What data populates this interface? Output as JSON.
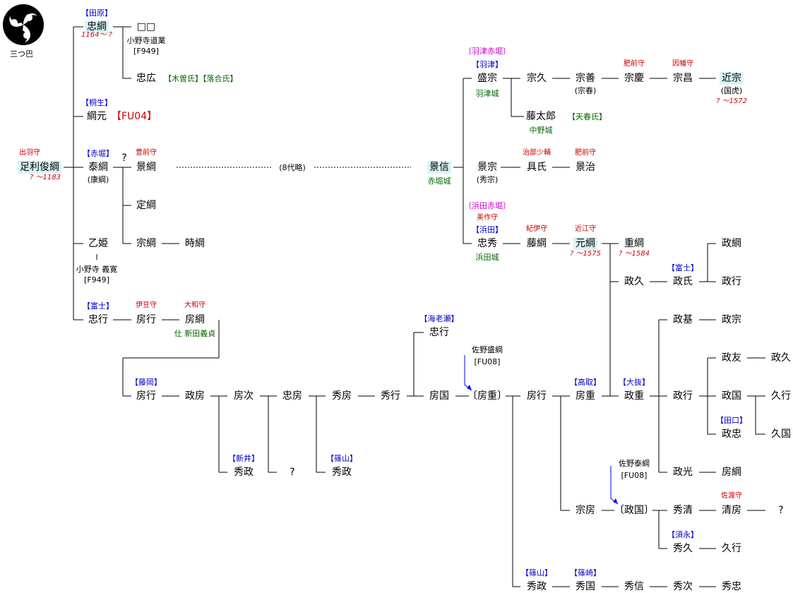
{
  "crest": {
    "icon": "mitsudomoe-crest-icon",
    "label": "三つ巴"
  },
  "colors": {
    "clan": "#0000cc",
    "title": "#cc0000",
    "note": "#006600",
    "highlight": "#d9f4f7",
    "branch": "#cc00cc",
    "arrow": "#0000ff"
  },
  "names": [
    {
      "id": "toshitsuna",
      "text": "足利俊綱",
      "hl": true
    },
    {
      "id": "tadatsuna",
      "text": "忠綱",
      "hl": true
    },
    {
      "id": "unknown1",
      "text": "□□"
    },
    {
      "id": "tadahiro",
      "text": "忠広"
    },
    {
      "id": "tsunamoto",
      "text": "綱元"
    },
    {
      "id": "yasutsuna",
      "text": "泰綱"
    },
    {
      "id": "q1",
      "text": "?"
    },
    {
      "id": "kagetsuna",
      "text": "景綱"
    },
    {
      "id": "sadatsuna",
      "text": "定綱"
    },
    {
      "id": "munetsuna",
      "text": "宗綱"
    },
    {
      "id": "tokitsuna",
      "text": "時綱"
    },
    {
      "id": "otohime",
      "text": "乙姫"
    },
    {
      "id": "tadayuki1",
      "text": "忠行"
    },
    {
      "id": "fusayuki1",
      "text": "房行"
    },
    {
      "id": "fusatsuna1",
      "text": "房綱"
    },
    {
      "id": "kagenobu",
      "text": "景信",
      "hl": true
    },
    {
      "id": "morimune",
      "text": "盛宗"
    },
    {
      "id": "munehisa",
      "text": "宗久"
    },
    {
      "id": "muneyoshi",
      "text": "宗善"
    },
    {
      "id": "munechika",
      "text": "宗慶"
    },
    {
      "id": "munemasa",
      "text": "宗昌"
    },
    {
      "id": "chikamune",
      "text": "近宗",
      "hl": true
    },
    {
      "id": "fujitaro",
      "text": "藤太郎"
    },
    {
      "id": "kagemune",
      "text": "景宗"
    },
    {
      "id": "tomouji",
      "text": "具氏"
    },
    {
      "id": "kageharu",
      "text": "景治"
    },
    {
      "id": "tadahide",
      "text": "忠秀"
    },
    {
      "id": "fujitsuna",
      "text": "藤綱"
    },
    {
      "id": "mototsuna",
      "text": "元綱",
      "hl": true
    },
    {
      "id": "shigetsuna",
      "text": "重綱"
    },
    {
      "id": "masatsuna1",
      "text": "政綱"
    },
    {
      "id": "masahisa1",
      "text": "政久"
    },
    {
      "id": "masauji",
      "text": "政氏"
    },
    {
      "id": "masayuki1",
      "text": "政行"
    },
    {
      "id": "masamoto",
      "text": "政基"
    },
    {
      "id": "masamune",
      "text": "政宗"
    },
    {
      "id": "masatomo",
      "text": "政友"
    },
    {
      "id": "masahisa2",
      "text": "政久"
    },
    {
      "id": "masayuki2",
      "text": "政行"
    },
    {
      "id": "masakuni1",
      "text": "政国"
    },
    {
      "id": "hisayuki1",
      "text": "久行"
    },
    {
      "id": "masatada",
      "text": "政忠"
    },
    {
      "id": "hisakuni",
      "text": "久国"
    },
    {
      "id": "masamitsu",
      "text": "政光"
    },
    {
      "id": "fusatsuna2",
      "text": "房綱"
    },
    {
      "id": "tadayuki2",
      "text": "忠行"
    },
    {
      "id": "fusayuki2",
      "text": "房行"
    },
    {
      "id": "masafusa",
      "text": "政房"
    },
    {
      "id": "fusatsugu",
      "text": "房次"
    },
    {
      "id": "tadafusa",
      "text": "忠房"
    },
    {
      "id": "hidefusa",
      "text": "秀房"
    },
    {
      "id": "hideyuki",
      "text": "秀行"
    },
    {
      "id": "fusakuni",
      "text": "房国"
    },
    {
      "id": "fusashige1",
      "text": "〔房重〕"
    },
    {
      "id": "fusayuki3",
      "text": "房行"
    },
    {
      "id": "fusashige2",
      "text": "房重"
    },
    {
      "id": "masashige",
      "text": "政重"
    },
    {
      "id": "hidemasa1",
      "text": "秀政"
    },
    {
      "id": "q2",
      "text": "?"
    },
    {
      "id": "hidemasa2",
      "text": "秀政"
    },
    {
      "id": "munefusa",
      "text": "宗房"
    },
    {
      "id": "masakuni2",
      "text": "〔政国〕"
    },
    {
      "id": "hidekiyo",
      "text": "秀清"
    },
    {
      "id": "kiyofusa",
      "text": "清房"
    },
    {
      "id": "q3",
      "text": "?"
    },
    {
      "id": "hidehisa",
      "text": "秀久"
    },
    {
      "id": "hisayuki2",
      "text": "久行"
    },
    {
      "id": "hidemasa3",
      "text": "秀政"
    },
    {
      "id": "hidekuni",
      "text": "秀国"
    },
    {
      "id": "hidenobu",
      "text": "秀信"
    },
    {
      "id": "hidetsugu",
      "text": "秀次"
    },
    {
      "id": "hidetada",
      "text": "秀忠"
    }
  ],
  "clans": [
    {
      "id": "tahara",
      "text": "【田原】"
    },
    {
      "id": "kiryu",
      "text": "【桐生】"
    },
    {
      "id": "akabori",
      "text": "【赤堀】"
    },
    {
      "id": "fuji1",
      "text": "【富士】"
    },
    {
      "id": "hanyu",
      "text": "【羽津】"
    },
    {
      "id": "hamada",
      "text": "【浜田】"
    },
    {
      "id": "fuji2",
      "text": "【富士】"
    },
    {
      "id": "ebise",
      "text": "【海老瀬】"
    },
    {
      "id": "fujioka",
      "text": "【藤岡】"
    },
    {
      "id": "arai",
      "text": "【新井】"
    },
    {
      "id": "shinoyama1",
      "text": "【篠山】"
    },
    {
      "id": "takatori",
      "text": "【高取】"
    },
    {
      "id": "onuki",
      "text": "【大抜】"
    },
    {
      "id": "taguchi",
      "text": "【田口】"
    },
    {
      "id": "sunaga",
      "text": "【須永】"
    },
    {
      "id": "shinoyama2",
      "text": "【篠山】"
    },
    {
      "id": "shinozaki",
      "text": "【篠崎】"
    }
  ],
  "branches": [
    {
      "id": "hanyu-akabori",
      "text": "〔羽津赤堀〕"
    },
    {
      "id": "hamada-akabori",
      "text": "〔浜田赤堀〕"
    }
  ],
  "titles": [
    {
      "id": "dewa",
      "text": "出羽守"
    },
    {
      "id": "buzen",
      "text": "豊前守"
    },
    {
      "id": "izu",
      "text": "伊豆守"
    },
    {
      "id": "yamato",
      "text": "大和守"
    },
    {
      "id": "hizen1",
      "text": "肥前守"
    },
    {
      "id": "inaba",
      "text": "因幡守"
    },
    {
      "id": "jibu",
      "text": "治部少輔"
    },
    {
      "id": "hizen2",
      "text": "肥前守"
    },
    {
      "id": "mimasaka",
      "text": "美作守"
    },
    {
      "id": "kii",
      "text": "紀伊守"
    },
    {
      "id": "omi",
      "text": "近江守"
    },
    {
      "id": "sado",
      "text": "佐渡守"
    }
  ],
  "dates": [
    {
      "id": "d-toshitsuna",
      "text": "? ～1183"
    },
    {
      "id": "d-tadatsuna",
      "text": "1164～ ?"
    },
    {
      "id": "d-chikamune",
      "text": "? ～1572"
    },
    {
      "id": "d-mototsuna",
      "text": "? ～1575"
    },
    {
      "id": "d-shigetsuna",
      "text": "? ～1584"
    }
  ],
  "aliases": [
    {
      "id": "a-yasutsuna",
      "text": "(康綱)"
    },
    {
      "id": "a-muneyoshi",
      "text": "(宗春)"
    },
    {
      "id": "a-chikamune",
      "text": "(国虎)"
    },
    {
      "id": "a-kagemune",
      "text": "(秀宗)"
    }
  ],
  "notes": [
    {
      "id": "ono-dogyo",
      "text": "小野寺道業"
    },
    {
      "id": "f949a",
      "text": "[F949]"
    },
    {
      "id": "ono-yoshihiro",
      "text": "小野寺 義寛"
    },
    {
      "id": "f949b",
      "text": "[F949]"
    },
    {
      "id": "omitted",
      "text": "(8代略)"
    },
    {
      "id": "sano-moritsuna",
      "text": "佐野盛綱"
    },
    {
      "id": "fu08a",
      "text": "[FU08]"
    },
    {
      "id": "sano-yasutsuna",
      "text": "佐野泰綱"
    },
    {
      "id": "fu08b",
      "text": "[FU08]"
    }
  ],
  "green": [
    {
      "id": "kiso-ochiai",
      "text": "【木曽氏】【落合氏】"
    },
    {
      "id": "hanyu-castle",
      "text": "羽津城"
    },
    {
      "id": "nakano-castle",
      "text": "中野城"
    },
    {
      "id": "amakasu",
      "text": "【天春氏】"
    },
    {
      "id": "akabori-castle",
      "text": "赤堀城"
    },
    {
      "id": "hamada-castle",
      "text": "浜田城"
    },
    {
      "id": "nitta",
      "text": "仕 新田義貞"
    }
  ],
  "refs": [
    {
      "id": "fu04",
      "text": "【FU04】"
    }
  ]
}
